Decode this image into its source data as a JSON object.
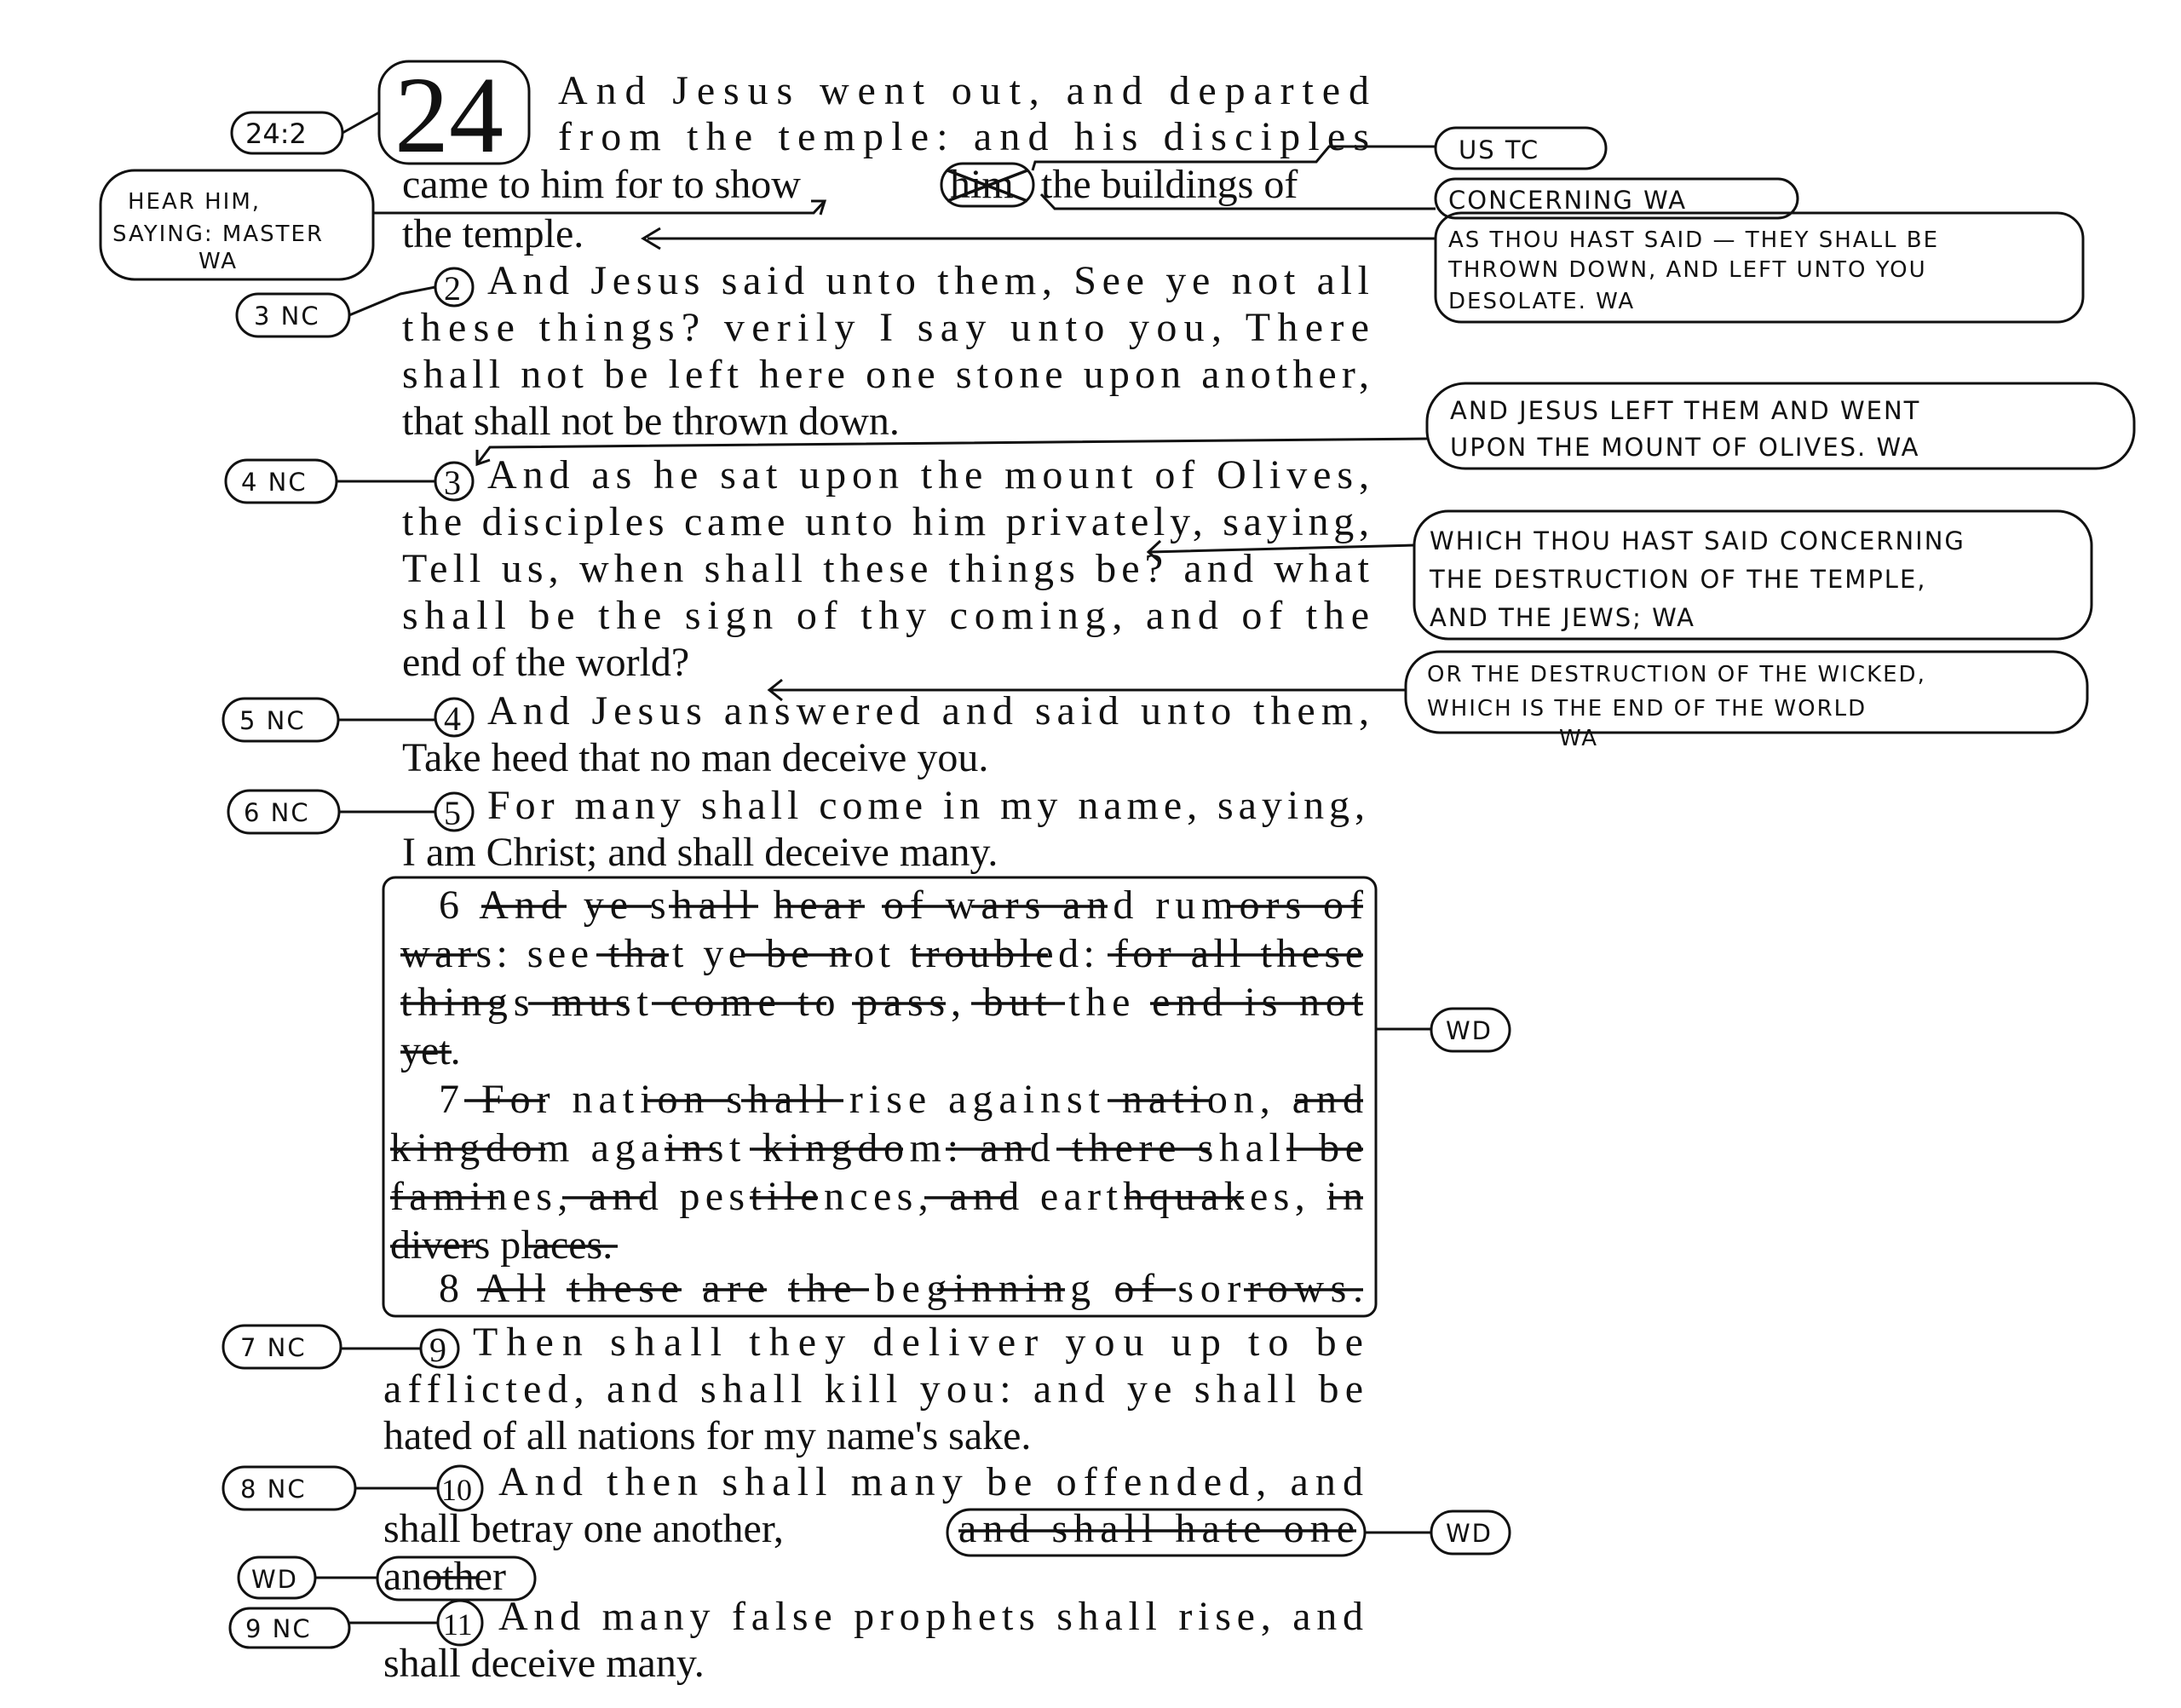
{
  "chapter": {
    "number": "24",
    "verse_ref": "24:2"
  },
  "lines": {
    "l1": "And Jesus went out, and departed",
    "l2": "from the temple: and his disciples",
    "l3a": "came to him for to show",
    "l3b": "him",
    "l3c": "the buildings of",
    "l4": "the temple.",
    "v2": "2",
    "l5": "And Jesus said unto them, See ye not all",
    "l6": "these things? verily I say unto you, There",
    "l7": "shall not be left here one stone upon another,",
    "l8": "that shall not be thrown down.",
    "v3": "3",
    "l9": "And as he sat upon the mount of Olives,",
    "l10": "the disciples came unto him privately, saying,",
    "l11": "Tell us, when shall these things be? and what",
    "l12": "shall be the sign of thy coming, and of the",
    "l13": "end of the world?",
    "v4": "4",
    "l14": "And Jesus answered and said unto them,",
    "l15": "Take heed that no man deceive you.",
    "v5": "5",
    "l16": "For many shall come in my name, saying,",
    "l17": "I am Christ; and shall deceive many.",
    "d1": "6 And ye shall hear of wars and rumors of",
    "d2": "wars: see that ye be not troubled: for all these",
    "d3": "things must come to pass, but the end is not",
    "d4": "yet.",
    "d5": "7 For nation shall rise against nation, and",
    "d6": "kingdom against kingdom: and there shall be",
    "d7": "famines, and pestilences, and earthquakes, in",
    "d8": "divers places.",
    "d9": "8 All these are the beginning of sorrows.",
    "v9": "9",
    "l18": "Then shall they deliver you up to be",
    "l19": "afflicted, and shall kill you: and ye shall be",
    "l20": "hated of all nations for my name's sake.",
    "v10": "10",
    "l21": "And then shall many be offended, and",
    "l22a": "shall betray one another,",
    "l22b": "and shall hate one",
    "l23": "another",
    "v11": "11",
    "l24": "And many false prophets shall rise, and",
    "l25": "shall deceive many."
  },
  "notes": {
    "hear_him_1": "HEAR HIM,",
    "hear_him_2": "SAYING: MASTER",
    "hear_him_3": "WA",
    "nc3": "3 NC",
    "nc4": "4 NC",
    "nc5": "5 NC",
    "nc6": "6 NC",
    "nc7": "7 NC",
    "nc8": "8 NC",
    "nc9": "9 NC",
    "wd_left": "WD",
    "us_tc": "US TC",
    "concerning": "CONCERNING WA",
    "said_1": "AS THOU HAST SAID — THEY SHALL BE",
    "said_2": "THROWN DOWN, AND LEFT UNTO YOU",
    "said_3": "DESOLATE.   WA",
    "left_1": "AND JESUS LEFT THEM AND WENT",
    "left_2": "UPON THE MOUNT OF OLIVES. WA",
    "which_1": "WHICH THOU HAST SAID CONCERNING",
    "which_2": "THE DESTRUCTION OF THE TEMPLE,",
    "which_3": "AND THE JEWS;   WA",
    "or_1": "OR THE DESTRUCTION OF THE WICKED,",
    "or_2": "WHICH IS THE END OF THE WORLD",
    "or_3": "WA",
    "wd_box": "WD",
    "wd_hate": "WD"
  }
}
